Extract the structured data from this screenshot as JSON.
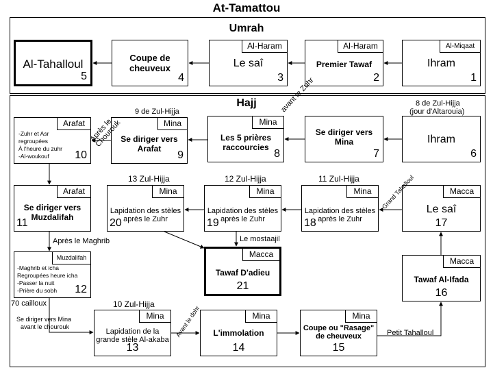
{
  "title": "At-Tamattou",
  "umrah": {
    "title": "Umrah",
    "box5": {
      "label": "Al-Tahalloul",
      "num": "5"
    },
    "box4": {
      "label": "Coupe de cheuveux",
      "num": "4"
    },
    "box3": {
      "tag": "Al-Haram",
      "label": "Le saî",
      "num": "3"
    },
    "box2": {
      "tag": "Al-Haram",
      "label": "Premier Tawaf",
      "num": "2"
    },
    "box1": {
      "tag": "Al-Miqaat",
      "label": "Ihram",
      "num": "1"
    }
  },
  "hajj": {
    "title": "Hajj",
    "box6": {
      "label": "Ihram",
      "num": "6",
      "note1": "8 de Zul-Hijja",
      "note2": "(jour d'Altarouia)"
    },
    "box7": {
      "label": "Se diriger vers Mina",
      "num": "7"
    },
    "box8": {
      "tag": "Mina",
      "label": "Les 5 prières raccourcies",
      "num": "8"
    },
    "box9": {
      "tag": "Mina",
      "label": "Se diriger vers Arafat",
      "num": "9",
      "note": "9 de Zul-Hijja"
    },
    "box10": {
      "tag": "Arafat",
      "num": "10",
      "lines": [
        "-Zuhr et Asr",
        "regroupées",
        "À l'heure du zuhr",
        "-Al-woukouf"
      ]
    },
    "box11": {
      "tag": "Arafat",
      "label": "Se diriger vers Muzdalifah",
      "num": "11"
    },
    "box12": {
      "tag": "Muzdalifah",
      "num": "12",
      "lines": [
        "-Maghrib et icha",
        "Regroupées heure icha",
        "-Passer la nuit",
        "-Prière du sobh"
      ]
    },
    "box13": {
      "tag": "Mina",
      "label": "Lapidation de la grande stèle Al-akaba",
      "num": "13",
      "note": "10 Zul-Hijja"
    },
    "box14": {
      "tag": "Mina",
      "label": "L'immolation",
      "num": "14"
    },
    "box15": {
      "tag": "Mina",
      "label": "Coupe ou \"Rasage\" de cheuveux",
      "num": "15"
    },
    "box16": {
      "tag": "Macca",
      "label": "Tawaf Al-Ifada",
      "num": "16"
    },
    "box17": {
      "tag": "Macca",
      "label": "Le saî",
      "num": "17"
    },
    "box18": {
      "tag": "Mina",
      "label": "Lapidation des stèles après le Zuhr",
      "num": "18",
      "note": "11 Zul-Hijja"
    },
    "box19": {
      "tag": "Mina",
      "label": "Lapidation des stèles après le Zuhr",
      "num": "19",
      "note": "12 Zul-Hijja"
    },
    "box20": {
      "tag": "Mina",
      "label": "Lapidation des stèles après le Zuhr",
      "num": "20",
      "note": "13 Zul-Hijja"
    },
    "box21": {
      "tag": "Macca",
      "label": "Tawaf D'adieu",
      "num": "21"
    },
    "edges": {
      "avant_zuhr": "avant le Zuhr",
      "apres_chourouk": "Après le Chourouk",
      "apres_maghrib": "Après le Maghrib",
      "cailloux": "70 cailloux",
      "se_diriger_mina": "Se diriger vers Mina",
      "avant_chourouk": "avant le chourouk",
      "avant_dohr": "Avant le dohr",
      "petit_tahalloul": "Petit Tahalloul",
      "grand_tahalloul": "Grand Tahalloul",
      "mostaajil": "Le mostaajil"
    }
  }
}
